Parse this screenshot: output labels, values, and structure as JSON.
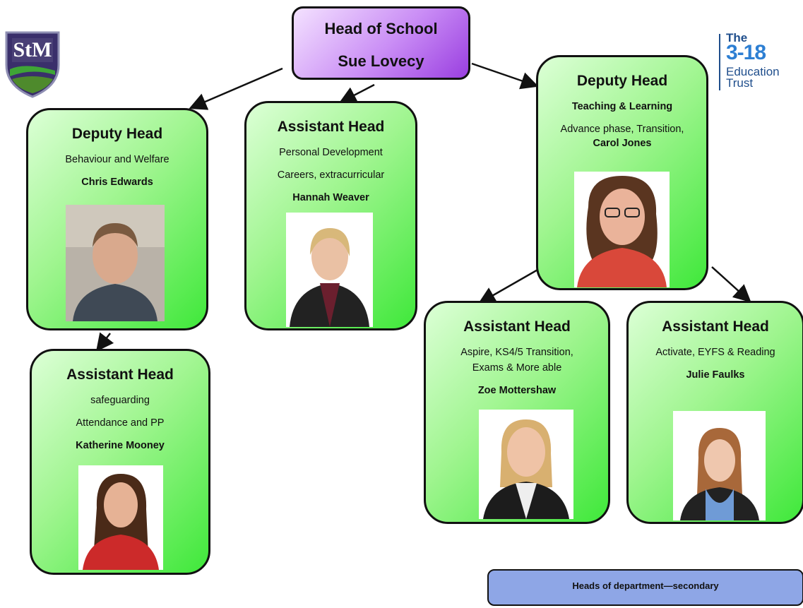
{
  "head": {
    "title": "Head of School",
    "name": "Sue Lovecy"
  },
  "nodes": [
    {
      "id": "chris",
      "title": "Deputy Head",
      "lines": [
        "Behaviour and Welfare"
      ],
      "name": "Chris Edwards"
    },
    {
      "id": "hannah",
      "title": "Assistant Head",
      "lines": [
        "Personal Development",
        "Careers, extracurricular"
      ],
      "name": "Hannah Weaver"
    },
    {
      "id": "carol",
      "title": "Deputy Head",
      "lines": [
        "Teaching & Learning",
        "Advance phase, Transition,"
      ],
      "name": "Carol Jones"
    },
    {
      "id": "katherine",
      "title": "Assistant Head",
      "lines": [
        "safeguarding",
        "Attendance and PP"
      ],
      "name": "Katherine Mooney"
    },
    {
      "id": "zoe",
      "title": "Assistant Head",
      "lines": [
        "Aspire, KS4/5 Transition,",
        "Exams & More able"
      ],
      "name": "Zoe Mottershaw"
    },
    {
      "id": "julie",
      "title": "Assistant Head",
      "lines": [
        "Activate, EYFS & Reading"
      ],
      "name": "Julie Faulks"
    }
  ],
  "footer": {
    "label": "Heads of department—secondary"
  },
  "logos": {
    "school": {
      "text": "StM"
    },
    "trust": {
      "the": "The",
      "number": "3-18",
      "line1": "Education",
      "line2": "Trust"
    }
  },
  "colors": {
    "box_green": "#9ff58f",
    "head_purple": "#c98cf5",
    "footer_blue": "#8ea6e6",
    "trust_blue": "#1f4e8c"
  }
}
